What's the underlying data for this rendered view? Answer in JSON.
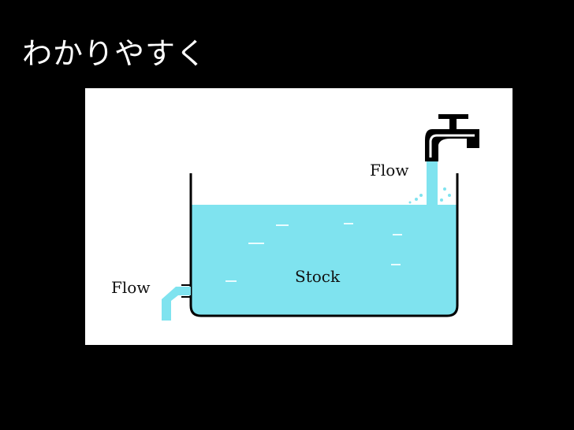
{
  "slide": {
    "title": "わかりやすく"
  },
  "diagram": {
    "labels": {
      "inflow": "Flow",
      "outflow": "Flow",
      "stock": "Stock"
    },
    "colors": {
      "background": "#000000",
      "panel": "#ffffff",
      "water": "#7fe3ef",
      "stroke": "#000000"
    },
    "icons": {
      "faucet": "faucet-icon"
    }
  }
}
